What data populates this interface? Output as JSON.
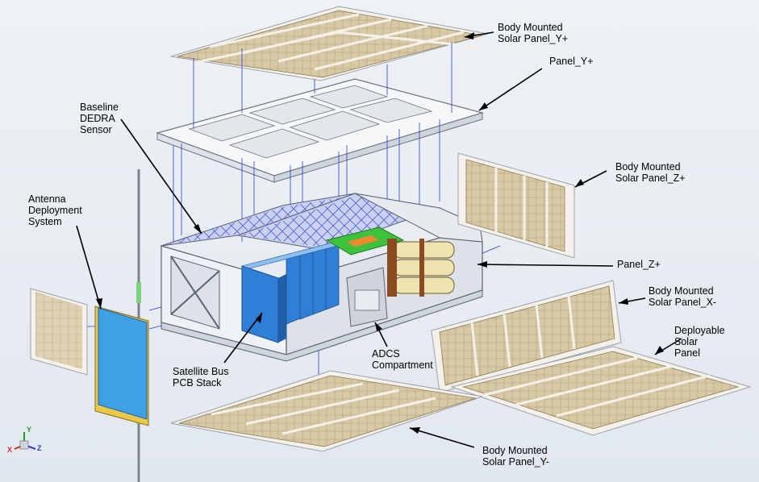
{
  "labels": {
    "body_y_plus": "Body Mounted\nSolar Panel_Y+",
    "panel_y_plus": "Panel_Y+",
    "dedra_sensor": "Baseline\nDEDRA\nSensor",
    "body_z_plus": "Body Mounted\nSolar Panel_Z+",
    "antenna": "Antenna\nDeployment\nSystem",
    "panel_z_plus": "Panel_Z+",
    "body_x_minus": "Body Mounted\nSolar Panel_X-",
    "deployable": "Deployable\nSolar\nPanel",
    "adcs": "ADCS\nCompartment",
    "satellite_bus": "Satellite Bus\nPCB Stack",
    "body_y_minus": "Body Mounted\nSolar Panel_Y-"
  },
  "axes": {
    "y": "Y",
    "x": "X",
    "z": "Z"
  },
  "colors": {
    "background": "#e8edf3",
    "solar_panel": "#d6c6a2",
    "frame": "#f2f4f7",
    "pcb_blue": "#2f7fd6",
    "antenna_board": "#3fa0e6",
    "antenna_edge": "#e9c84a",
    "green_board": "#3ec23e",
    "battery": "#efe3b0",
    "blue_lines": "#2a3bd6"
  }
}
